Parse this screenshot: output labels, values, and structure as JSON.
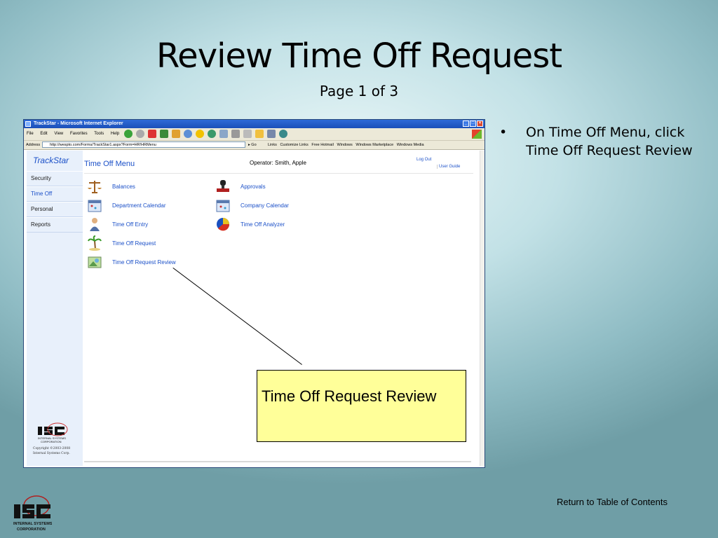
{
  "slide": {
    "title": "Review Time Off Request",
    "subtitle": "Page 1 of 3",
    "bullet_text": "On Time Off Menu, click Time Off Request Review",
    "callout": "Time Off Request Review",
    "toc_link": "Return to Table of Contents",
    "logo_text_1": "ISC",
    "logo_text_2": "INTERNAL SYSTEMS",
    "logo_text_3": "CORPORATION"
  },
  "browser": {
    "window_title": "TrackStar - Microsoft Internet Explorer",
    "menu": [
      "File",
      "Edit",
      "View",
      "Favorites",
      "Tools",
      "Help"
    ],
    "address_label": "Address",
    "address_value": "http://wespto.com/Forms/TrackStar1.aspx?Form=HR!HRMenu",
    "go_label": "Go",
    "links_label": "Links",
    "links": [
      "Customize Links",
      "Free Hotmail",
      "Windows",
      "Windows Marketplace",
      "Windows Media"
    ]
  },
  "app": {
    "brand": "TrackStar",
    "nav": [
      "Security",
      "Time Off",
      "Personal",
      "Reports"
    ],
    "active_nav": "Time Off",
    "menu_title": "Time Off Menu",
    "operator": "Operator: Smith, Apple",
    "logout": "Log Out",
    "user_guide": "User Guide",
    "items_left": [
      "Balances",
      "Department Calendar",
      "Time Off Entry",
      "Time Off Request",
      "Time Off Request Review"
    ],
    "items_right": [
      "Approvals",
      "Company Calendar",
      "Time Off Analyzer"
    ],
    "copyright_1": "Copyright ©2003-2008",
    "copyright_2": "Internal Systems Corp."
  }
}
